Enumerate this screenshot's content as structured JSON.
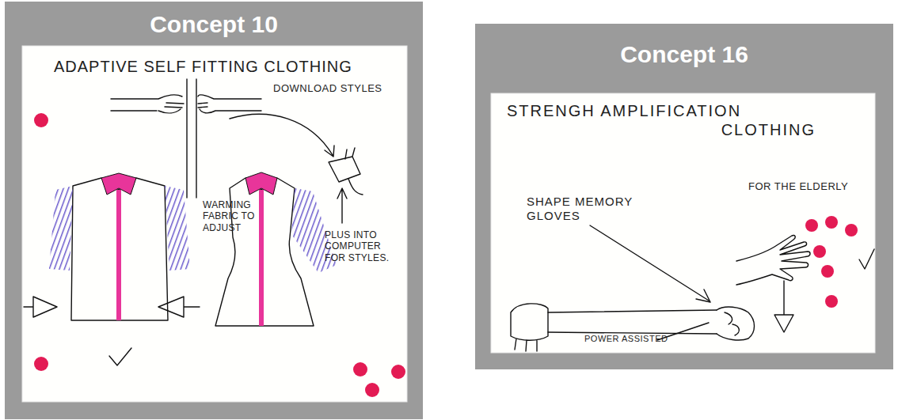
{
  "diagram": {
    "nodes": [
      {
        "text": [
          "Concept 10"
        ]
      },
      {
        "text": [
          "Concept 16"
        ]
      }
    ],
    "labels": [
      "ADAPTIVE SELF FITTING CLOTHING",
      "DOWNLOAD STYLES",
      "WARMING FABRIC TO ADJUST",
      "PLUS INTO COMPUTER FOR STYLES.",
      "STRENGH AMPLIFICATION CLOTHING",
      "FOR THE ELDERLY",
      "SHAPE MEMORY GLOVES",
      "POWER ASSISTED"
    ]
  }
}
